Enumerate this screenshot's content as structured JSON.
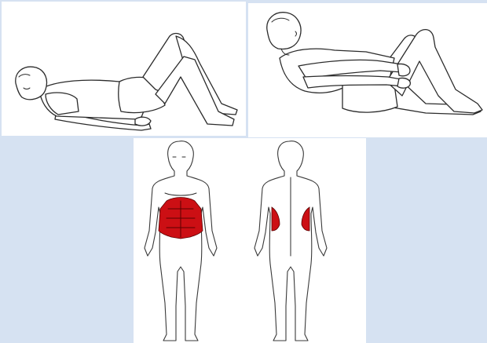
{
  "illustrations": {
    "start_position_icon": "person-lying-knees-bent",
    "end_position_icon": "person-curl-up-crunch",
    "front_body_icon": "anatomy-front-view",
    "back_body_icon": "anatomy-back-view"
  },
  "colors": {
    "background": "#d6e2f2",
    "panel": "#ffffff",
    "highlight_muscle": "#cc0f14",
    "outline": "#2b2b2b"
  },
  "highlighted_regions": [
    "front-abdomen",
    "back-left-oblique",
    "back-right-oblique"
  ]
}
